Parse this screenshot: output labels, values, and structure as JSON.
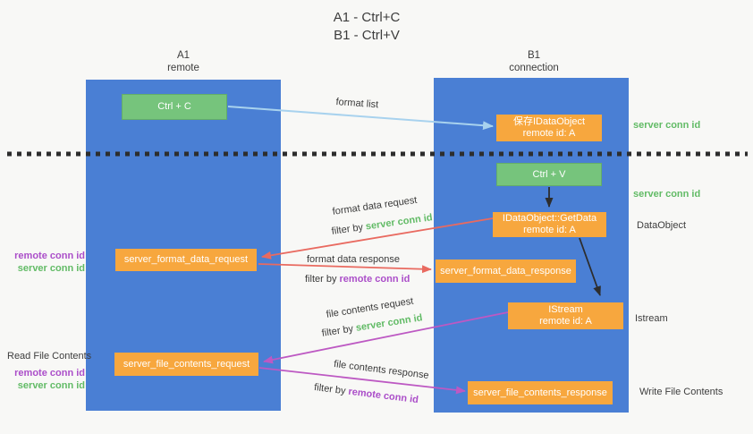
{
  "title": {
    "line1": "A1 - Ctrl+C",
    "line2": "B1 - Ctrl+V"
  },
  "lanes": {
    "left": {
      "name": "A1",
      "role": "remote"
    },
    "right": {
      "name": "B1",
      "role": "connection"
    }
  },
  "nodes": {
    "ctrl_c": {
      "label": "Ctrl + C"
    },
    "ctrl_v": {
      "label": "Ctrl + V"
    },
    "save_obj": {
      "line1": "保存IDataObject",
      "line2": "remote id: A"
    },
    "getdata": {
      "line1": "IDataObject::GetData",
      "line2": "remote id: A"
    },
    "istream": {
      "line1": "IStream",
      "line2": "remote id: A"
    },
    "format_req": {
      "label": "server_format_data_request"
    },
    "format_resp": {
      "label": "server_format_data_response"
    },
    "file_req": {
      "label": "server_file_contents_request"
    },
    "file_resp": {
      "label": "server_file_contents_response"
    }
  },
  "arrow_labels": {
    "format_list": "format list",
    "format_request": "format data request",
    "format_response": "format data response",
    "file_request": "file contents request",
    "file_response": "file contents response",
    "filter_prefix": "filter by",
    "server_conn": "server conn id",
    "remote_conn": "remote conn id"
  },
  "side_labels": {
    "server_conn": "server conn id",
    "remote_conn": "remote conn id",
    "dataobject": "DataObject",
    "istream": "Istream",
    "read_file": "Read File Contents",
    "write_file": "Write File Contents"
  },
  "colors": {
    "lane_blue": "#4a7fd4",
    "node_orange": "#f7a73e",
    "node_green": "#76c47c",
    "arrow_red": "#e96a60",
    "arrow_magenta": "#bd59c3",
    "arrow_light_blue": "#a8d2ee",
    "arrow_black": "#2d2d2d",
    "text_green": "#62bb66",
    "text_purple": "#ab4ec9"
  }
}
